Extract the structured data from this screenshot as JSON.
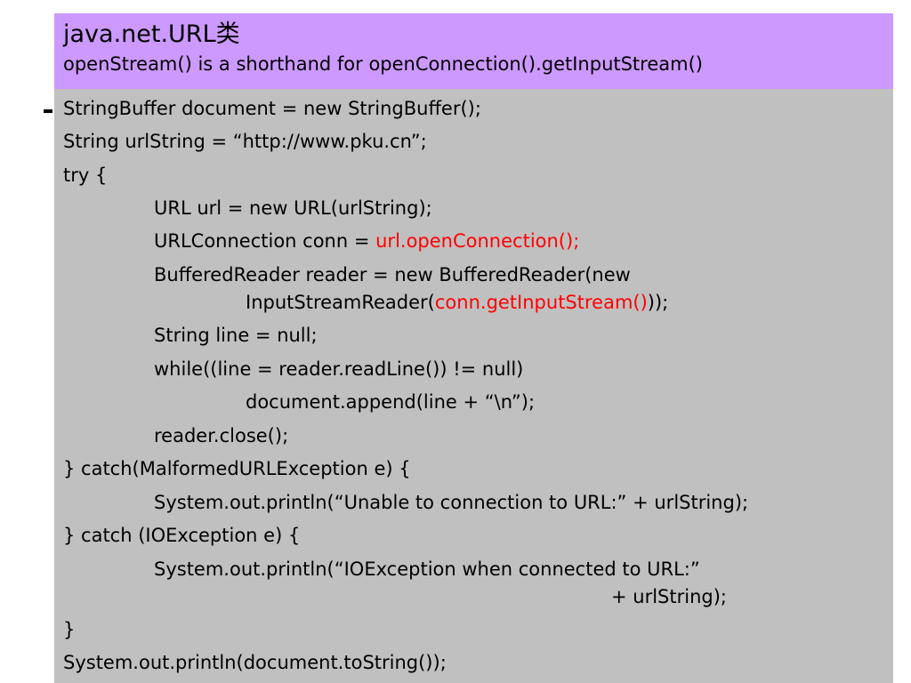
{
  "header": {
    "title": "java.net.URL类",
    "subtitle": "openStream() is a shorthand for openConnection().getInputStream()"
  },
  "code": {
    "line01": "StringBuffer document = new StringBuffer();",
    "line02": "String urlString = “http://www.pku.cn”;",
    "line03": "try {",
    "line04": "URL url = new URL(urlString);",
    "line05_a": "URLConnection conn = ",
    "line05_b": "url.openConnection();",
    "line06": "BufferedReader reader = new BufferedReader(new",
    "line07_a": "InputStreamReader(",
    "line07_b": "conn.getInputStream()",
    "line07_c": "));",
    "line08": "String line = null;",
    "line09": "while((line = reader.readLine()) != null)",
    "line10": "document.append(line + “\\n”);",
    "line11": "reader.close();",
    "line12": "} catch(MalformedURLException e) {",
    "line13": "System.out.println(“Unable to connection to URL:” + urlString);",
    "line14": "} catch (IOException e) {",
    "line15": "System.out.println(“IOException when connected to URL:”",
    "line16": "+ urlString);",
    "line17": "}",
    "line18": "System.out.println(document.toString());"
  },
  "colors": {
    "header_bg": "#cc99ff",
    "code_bg": "#c0c0c0",
    "highlight": "#ff0000"
  }
}
